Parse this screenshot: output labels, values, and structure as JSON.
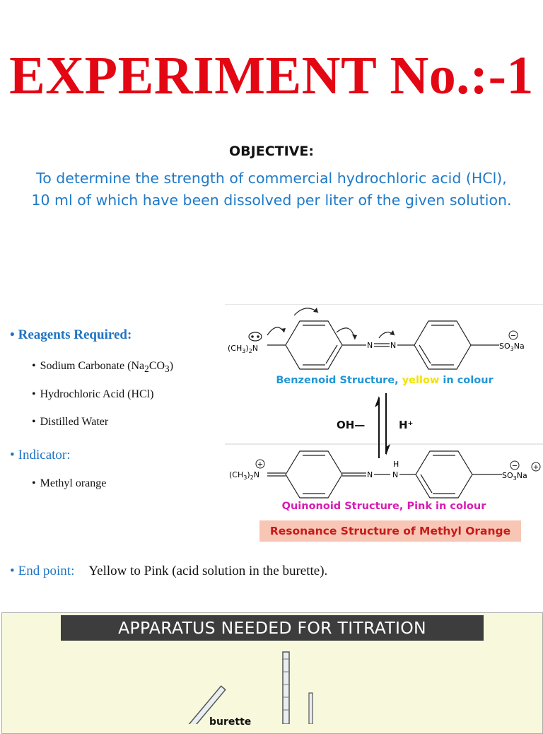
{
  "title": "EXPERIMENT No.:-1",
  "objective": {
    "heading": "OBJECTIVE:",
    "line1": "To determine the strength of commercial hydrochloric acid (HCl),",
    "line2": "10 ml of which have been dissolved per liter of the given solution."
  },
  "bullet_glyph": "•",
  "reagents": {
    "heading": "Reagents Required:",
    "items": [
      {
        "text": "Sodium Carbonate (Na",
        "sub1": "2",
        "mid": "CO",
        "sub2": "3",
        "end": ")"
      },
      {
        "text": "Hydrochloric Acid (HCl)"
      },
      {
        "text": "Distilled Water"
      }
    ]
  },
  "indicator": {
    "heading": "Indicator:",
    "items": [
      "Methyl orange"
    ]
  },
  "end_point": {
    "label": "End point:",
    "value": "Yellow to Pink (acid solution in the burette)."
  },
  "structures": {
    "benzenoid_caption_pre": "Benzenoid Structure, ",
    "benzenoid_caption_color": "yellow",
    "benzenoid_caption_post": " in colour",
    "quinonoid_caption": "Quinonoid Structure, Pink in colour",
    "resonance_caption": "Resonance Structure of Methyl Orange",
    "oh_label": "OH—",
    "h_label": "H⁺",
    "amine_group": "(CH",
    "amine_sub": "3",
    "amine_close": ")",
    "amine_sub2": "2",
    "amine_n": "N",
    "sulfonate": "SO",
    "sulfonate_sub": "3",
    "sulfonate_na": "Na",
    "azo_n": "N",
    "azo_h": "H",
    "minus_sign": "−",
    "plus_sign": "+",
    "colors": {
      "benzenoid": "#2196d6",
      "highlight_yellow": "#f2e200",
      "quinonoid": "#d81cb4",
      "resonance_bg": "#f8c6b5",
      "resonance_text": "#c81a1a"
    }
  },
  "apparatus": {
    "heading": "APPARATUS NEEDED FOR TITRATION",
    "burette_label": "burette"
  },
  "colors": {
    "title": "#e30613",
    "objective_text": "#1f7ac8",
    "bullet_heading": "#1f74c4"
  }
}
